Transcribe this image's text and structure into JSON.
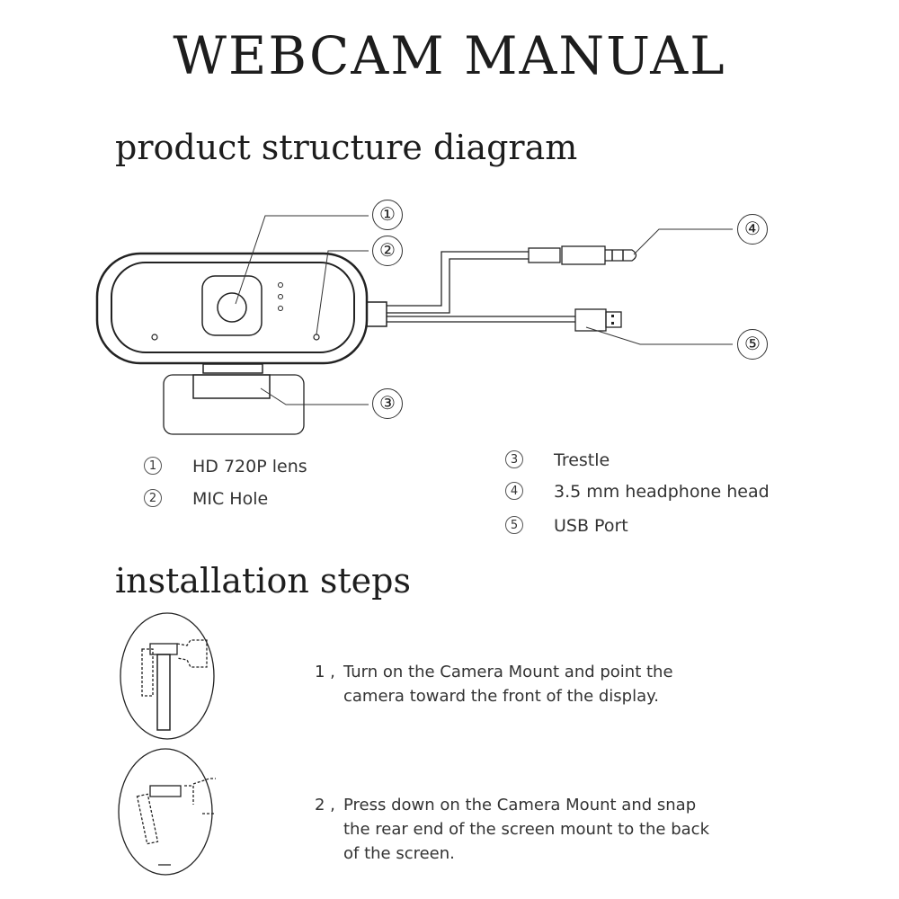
{
  "title": "WEBCAM MANUAL",
  "sections": {
    "structure": "product structure diagram",
    "installation": "installation steps"
  },
  "callouts": [
    "①",
    "②",
    "③",
    "④",
    "⑤"
  ],
  "legend": [
    {
      "num": "1",
      "label": "HD 720P lens"
    },
    {
      "num": "2",
      "label": "MIC Hole"
    },
    {
      "num": "3",
      "label": "Trestle"
    },
    {
      "num": "4",
      "label": "3.5 mm headphone head"
    },
    {
      "num": "5",
      "label": "USB Port"
    }
  ],
  "steps": [
    {
      "num": "1 ,",
      "lines": [
        "Turn on the Camera Mount and point the",
        "camera toward the front of the display."
      ]
    },
    {
      "num": "2 ,",
      "lines": [
        "Press down on the Camera Mount and snap",
        "the rear end of the screen mount to the back",
        "of the screen."
      ]
    }
  ]
}
